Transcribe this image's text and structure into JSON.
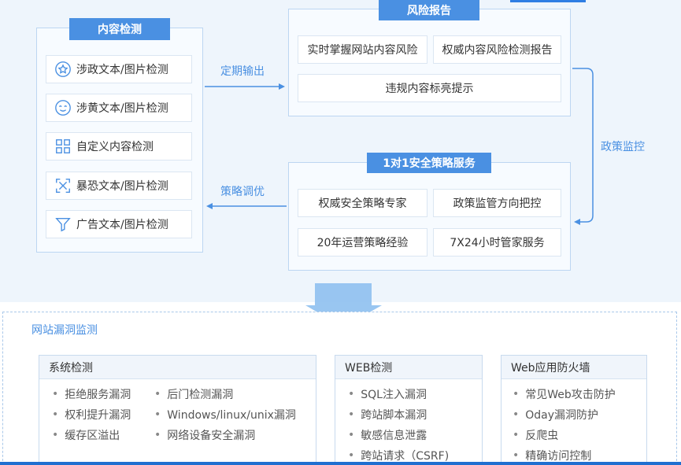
{
  "detection": {
    "title": "内容检测",
    "items": [
      {
        "label": "涉政文本/图片检测",
        "icon": "star-circle-icon"
      },
      {
        "label": "涉黄文本/图片检测",
        "icon": "face-icon"
      },
      {
        "label": "自定义内容检测",
        "icon": "grid-icon"
      },
      {
        "label": "暴恐文本/图片检测",
        "icon": "scan-icon"
      },
      {
        "label": "广告文本/图片检测",
        "icon": "funnel-icon"
      }
    ]
  },
  "risk_report": {
    "title": "风险报告",
    "items": [
      "实时掌握网站内容风险",
      "权威内容风险检测报告",
      "违规内容标亮提示"
    ]
  },
  "strategy": {
    "title": "1对1安全策略服务",
    "items": [
      "权威安全策略专家",
      "政策监管方向把控",
      "20年运营策略经验",
      "7X24小时管家服务"
    ]
  },
  "arrows": {
    "output": "定期输出",
    "optimize": "策略调优",
    "monitor": "政策监控"
  },
  "vuln": {
    "title": "网站漏洞监测",
    "cards": [
      {
        "title": "系统检测",
        "col1": [
          "拒绝服务漏洞",
          "权利提升漏洞",
          "缓存区溢出"
        ],
        "col2": [
          "后门检测漏洞",
          "Windows/linux/unix漏洞",
          "网络设备安全漏洞"
        ]
      },
      {
        "title": "WEB检测",
        "col1": [
          "SQL注入漏洞",
          "跨站脚本漏洞",
          "敏感信息泄露",
          "跨站请求（CSRF)"
        ]
      },
      {
        "title": "Web应用防火墙",
        "col1": [
          "常见Web攻击防护",
          "Oday漏洞防护",
          "反爬虫",
          "精确访问控制"
        ]
      }
    ]
  },
  "colors": {
    "accent": "#4a90e2",
    "panel_bg": "#eef5fc",
    "border": "#bcd6f2"
  }
}
